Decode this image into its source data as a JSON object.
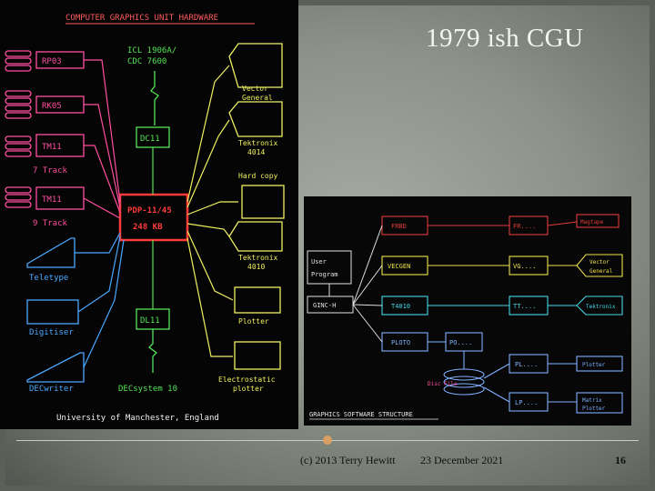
{
  "slide": {
    "title": "1979 ish CGU",
    "footer_copyright": "(c) 2013 Terry Hewitt",
    "footer_date": "23 December 2021",
    "page_number": "16"
  },
  "hardware_photo": {
    "heading": "COMPUTER GRAPHICS UNIT HARDWARE",
    "top_host": "ICL 1906A/",
    "top_host2": "CDC 7600",
    "rp03": "RP03",
    "rk05": "RK05",
    "tm11a": "TM11",
    "track7": "7 Track",
    "tm11b": "TM11",
    "track9": "9 Track",
    "teletype": "Teletype",
    "digitiser": "Digitiser",
    "decwriter": "DECwriter",
    "dc11": "DC11",
    "pdp": "PDP-11/45",
    "pdp_mem": "248 KB",
    "dl11": "DL11",
    "decsystem": "DECsystem 10",
    "vector_general": "Vector",
    "vector_general2": "General",
    "tek4014": "Tektronix",
    "tek4014b": "4014",
    "hardcopy": "Hard copy",
    "tek4010": "Tektronix",
    "tek4010b": "4010",
    "plotter": "Plotter",
    "electrostatic": "Electrostatic",
    "electrostatic2": "plotter",
    "university": "University of Manchester, England"
  },
  "software_photo": {
    "user": "User",
    "program": "Program",
    "ginch": "GINC-H",
    "frbd": "FRBD",
    "vecgen": "VECGEN",
    "t4010": "T4010",
    "ploto": "PLOTO",
    "fr": "FR....",
    "vg": "VG....",
    "tt": "TT....",
    "po": "PO....",
    "pl": "PL....",
    "lp": "LP....",
    "magtape": "Magtape",
    "vector_general": "Vector",
    "vector_general2": "General",
    "tektronix": "Tektronix",
    "disc": "Disc File",
    "plotter": "Plotter",
    "matrix": "Matrix",
    "matrix2": "Plotter",
    "caption": "GRAPHICS SOFTWARE STRUCTURE"
  }
}
